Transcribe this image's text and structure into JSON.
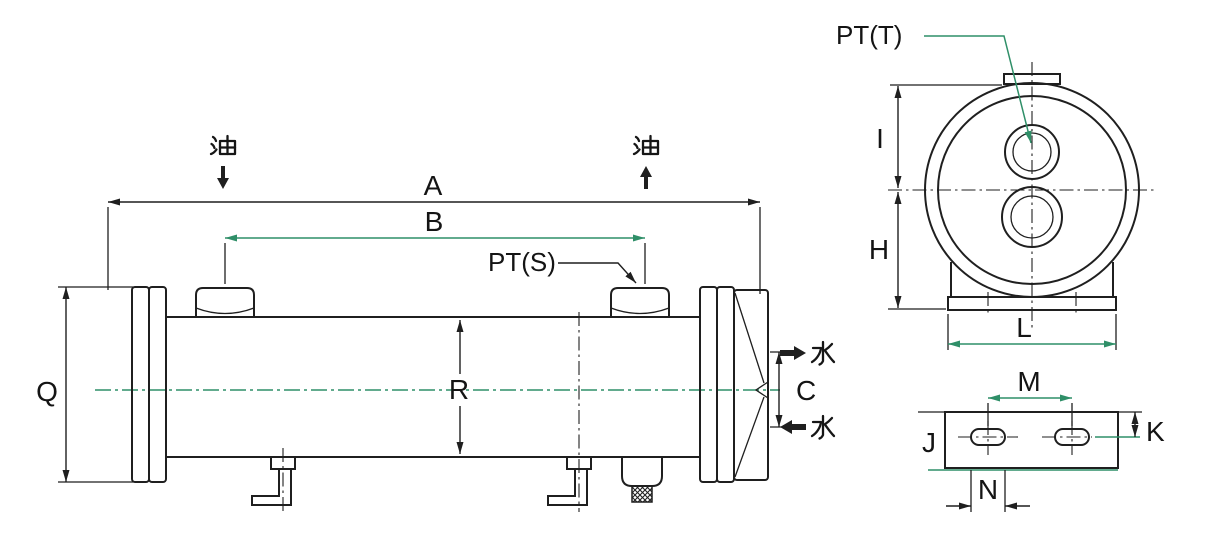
{
  "colors": {
    "background": "#ffffff",
    "line": "#1f1f1f",
    "dim_accent": "#2f8f68"
  },
  "side_view": {
    "dims": {
      "A": "A",
      "B": "B",
      "Q": "Q",
      "R": "R",
      "C": "C"
    },
    "pt_s_label": "PT(S)",
    "oil_inlet_label": "油",
    "oil_outlet_label": "油",
    "water_outlet_label": "水",
    "water_inlet_label": "水"
  },
  "end_view": {
    "pt_t_label": "PT(T)",
    "dims": {
      "I": "I",
      "H": "H",
      "L": "L"
    }
  },
  "foot_detail": {
    "dims": {
      "M": "M",
      "K": "K",
      "J": "J",
      "N": "N"
    }
  }
}
